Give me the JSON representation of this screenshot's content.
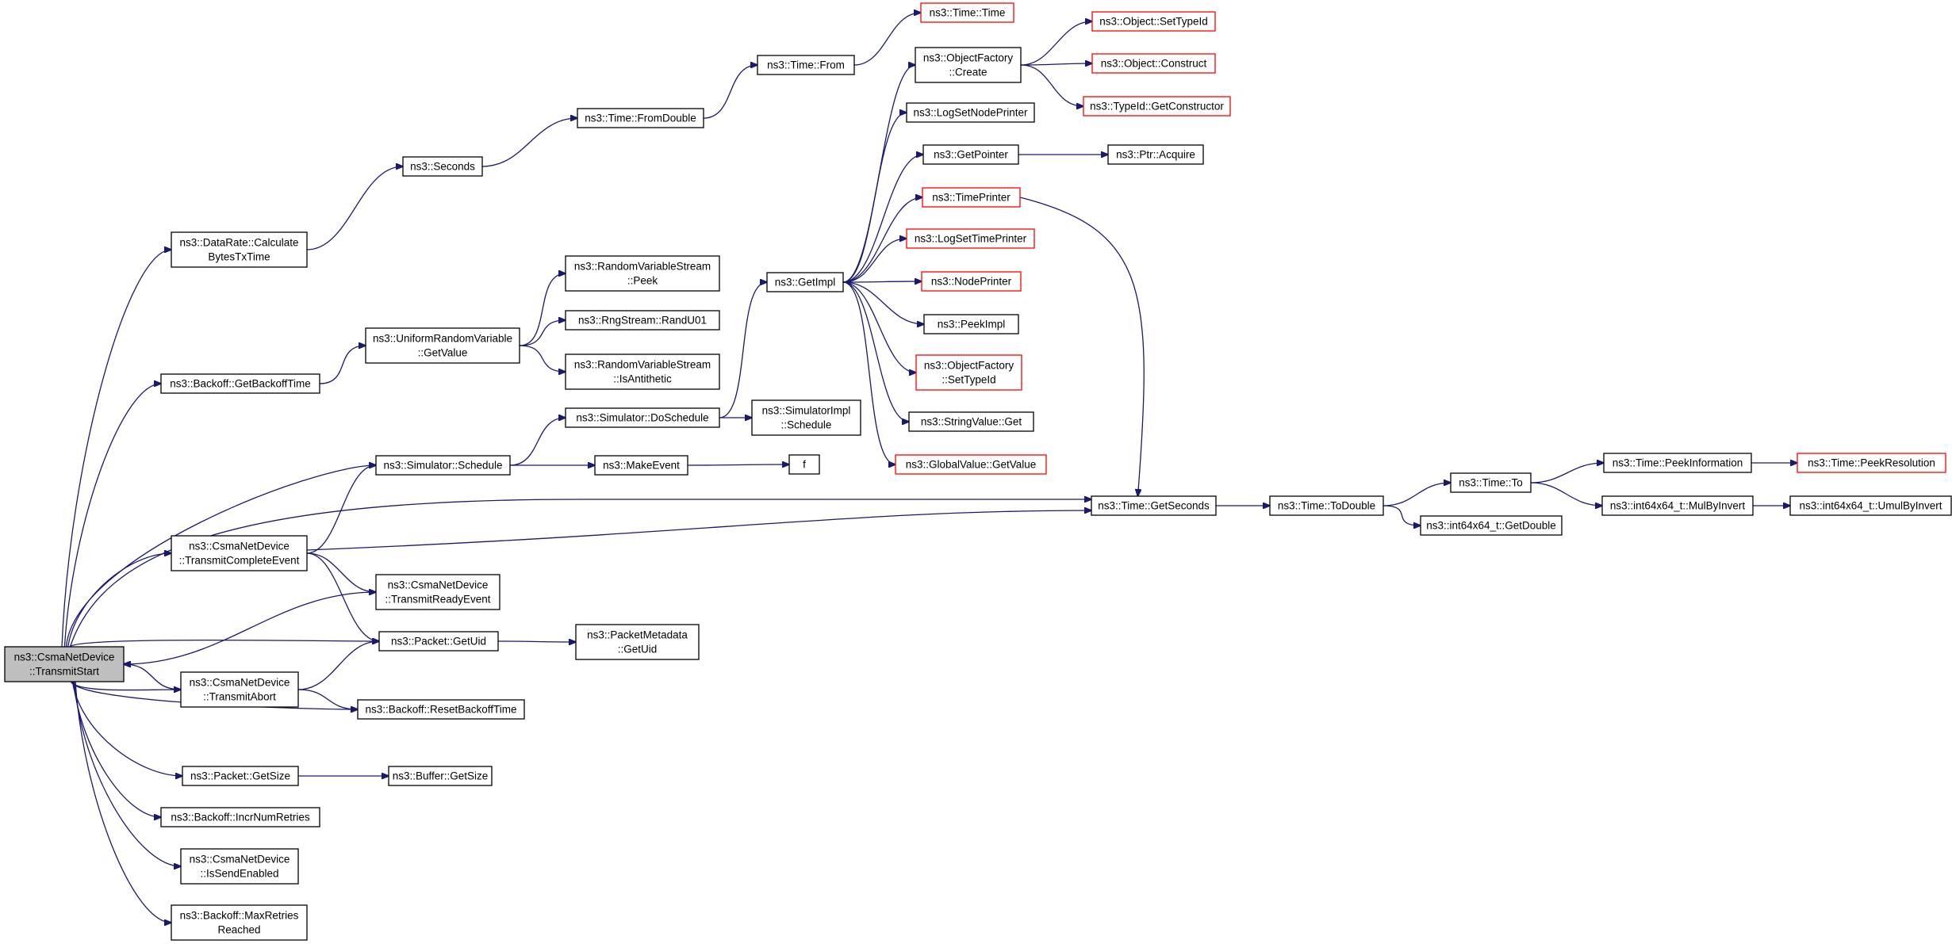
{
  "colors": {
    "edge": "#191970",
    "node_border": "#000000",
    "node_border_truncated": "#ff0000",
    "root_fill": "#bfbfbf",
    "node_fill": "#ffffff"
  },
  "nodes": {
    "root": {
      "lines": [
        "ns3::CsmaNetDevice",
        "::TransmitStart"
      ],
      "root": true
    },
    "datarate": {
      "lines": [
        "ns3::DataRate::Calculate",
        "BytesTxTime"
      ]
    },
    "seconds": {
      "lines": [
        "ns3::Seconds"
      ]
    },
    "fromdouble": {
      "lines": [
        "ns3::Time::FromDouble"
      ]
    },
    "from": {
      "lines": [
        "ns3::Time::From"
      ]
    },
    "timetime": {
      "lines": [
        "ns3::Time::Time"
      ],
      "truncated": true
    },
    "backoffget": {
      "lines": [
        "ns3::Backoff::GetBackoffTime"
      ]
    },
    "urvgetvalue": {
      "lines": [
        "ns3::UniformRandomVariable",
        "::GetValue"
      ]
    },
    "rvspeek": {
      "lines": [
        "ns3::RandomVariableStream",
        "::Peek"
      ]
    },
    "randu01": {
      "lines": [
        "ns3::RngStream::RandU01"
      ]
    },
    "isantithetic": {
      "lines": [
        "ns3::RandomVariableStream",
        "::IsAntithetic"
      ]
    },
    "schedule": {
      "lines": [
        "ns3::Simulator::Schedule"
      ]
    },
    "doschedule": {
      "lines": [
        "ns3::Simulator::DoSchedule"
      ]
    },
    "simimplschedule": {
      "lines": [
        "ns3::SimulatorImpl",
        "::Schedule"
      ]
    },
    "makeevent": {
      "lines": [
        "ns3::MakeEvent"
      ]
    },
    "f": {
      "lines": [
        "f"
      ]
    },
    "getimpl": {
      "lines": [
        "ns3::GetImpl"
      ]
    },
    "ofcreate": {
      "lines": [
        "ns3::ObjectFactory",
        "::Create"
      ]
    },
    "objsettypeid": {
      "lines": [
        "ns3::Object::SetTypeId"
      ],
      "truncated": true
    },
    "objconstruct": {
      "lines": [
        "ns3::Object::Construct"
      ],
      "truncated": true
    },
    "getconstructor": {
      "lines": [
        "ns3::TypeId::GetConstructor"
      ],
      "truncated": true
    },
    "logsetnode": {
      "lines": [
        "ns3::LogSetNodePrinter"
      ]
    },
    "getpointer": {
      "lines": [
        "ns3::GetPointer"
      ]
    },
    "ptracquire": {
      "lines": [
        "ns3::Ptr::Acquire"
      ]
    },
    "timeprinter": {
      "lines": [
        "ns3::TimePrinter"
      ],
      "truncated": true
    },
    "logsettime": {
      "lines": [
        "ns3::LogSetTimePrinter"
      ],
      "truncated": true
    },
    "nodeprinter": {
      "lines": [
        "ns3::NodePrinter"
      ],
      "truncated": true
    },
    "peekimpl": {
      "lines": [
        "ns3::PeekImpl"
      ]
    },
    "ofsettypeid": {
      "lines": [
        "ns3::ObjectFactory",
        "::SetTypeId"
      ],
      "truncated": true
    },
    "stringvalueget": {
      "lines": [
        "ns3::StringValue::Get"
      ]
    },
    "globalvalueget": {
      "lines": [
        "ns3::GlobalValue::GetValue"
      ],
      "truncated": true
    },
    "getseconds": {
      "lines": [
        "ns3::Time::GetSeconds"
      ]
    },
    "todouble": {
      "lines": [
        "ns3::Time::ToDouble"
      ]
    },
    "timeto": {
      "lines": [
        "ns3::Time::To"
      ]
    },
    "int64getdouble": {
      "lines": [
        "ns3::int64x64_t::GetDouble"
      ]
    },
    "peekinformation": {
      "lines": [
        "ns3::Time::PeekInformation"
      ]
    },
    "peekresolution": {
      "lines": [
        "ns3::Time::PeekResolution"
      ],
      "truncated": true
    },
    "mulbyinvert": {
      "lines": [
        "ns3::int64x64_t::MulByInvert"
      ]
    },
    "umulbyinvert": {
      "lines": [
        "ns3::int64x64_t::UmulByInvert"
      ]
    },
    "transmitcomplete": {
      "lines": [
        "ns3::CsmaNetDevice",
        "::TransmitCompleteEvent"
      ]
    },
    "transmitready": {
      "lines": [
        "ns3::CsmaNetDevice",
        "::TransmitReadyEvent"
      ]
    },
    "packetgetuid": {
      "lines": [
        "ns3::Packet::GetUid"
      ]
    },
    "metadatagetuid": {
      "lines": [
        "ns3::PacketMetadata",
        "::GetUid"
      ]
    },
    "transmitabort": {
      "lines": [
        "ns3::CsmaNetDevice",
        "::TransmitAbort"
      ]
    },
    "resetbackoff": {
      "lines": [
        "ns3::Backoff::ResetBackoffTime"
      ]
    },
    "packetgetsize": {
      "lines": [
        "ns3::Packet::GetSize"
      ]
    },
    "buffergetsize": {
      "lines": [
        "ns3::Buffer::GetSize"
      ]
    },
    "incrnumretries": {
      "lines": [
        "ns3::Backoff::IncrNumRetries"
      ]
    },
    "issendenabled": {
      "lines": [
        "ns3::CsmaNetDevice",
        "::IsSendEnabled"
      ]
    },
    "maxretries": {
      "lines": [
        "ns3::Backoff::MaxRetries",
        "Reached"
      ]
    }
  },
  "edges": [
    [
      "root",
      "datarate"
    ],
    [
      "root",
      "backoffget"
    ],
    [
      "root",
      "schedule"
    ],
    [
      "root",
      "getseconds"
    ],
    [
      "root",
      "transmitcomplete"
    ],
    [
      "root",
      "packetgetuid"
    ],
    [
      "root",
      "transmitabort"
    ],
    [
      "root",
      "resetbackoff"
    ],
    [
      "root",
      "packetgetsize"
    ],
    [
      "root",
      "incrnumretries"
    ],
    [
      "root",
      "issendenabled"
    ],
    [
      "root",
      "maxretries"
    ],
    [
      "datarate",
      "seconds"
    ],
    [
      "seconds",
      "fromdouble"
    ],
    [
      "fromdouble",
      "from"
    ],
    [
      "from",
      "timetime"
    ],
    [
      "backoffget",
      "urvgetvalue"
    ],
    [
      "urvgetvalue",
      "rvspeek"
    ],
    [
      "urvgetvalue",
      "randu01"
    ],
    [
      "urvgetvalue",
      "isantithetic"
    ],
    [
      "schedule",
      "doschedule"
    ],
    [
      "schedule",
      "makeevent"
    ],
    [
      "makeevent",
      "f"
    ],
    [
      "doschedule",
      "simimplschedule"
    ],
    [
      "doschedule",
      "getimpl"
    ],
    [
      "getimpl",
      "ofcreate"
    ],
    [
      "getimpl",
      "logsetnode"
    ],
    [
      "getimpl",
      "getpointer"
    ],
    [
      "getimpl",
      "timeprinter"
    ],
    [
      "getimpl",
      "logsettime"
    ],
    [
      "getimpl",
      "nodeprinter"
    ],
    [
      "getimpl",
      "peekimpl"
    ],
    [
      "getimpl",
      "ofsettypeid"
    ],
    [
      "getimpl",
      "stringvalueget"
    ],
    [
      "getimpl",
      "globalvalueget"
    ],
    [
      "ofcreate",
      "objsettypeid"
    ],
    [
      "ofcreate",
      "objconstruct"
    ],
    [
      "ofcreate",
      "getconstructor"
    ],
    [
      "getpointer",
      "ptracquire"
    ],
    [
      "timeprinter",
      "getseconds"
    ],
    [
      "getseconds",
      "todouble"
    ],
    [
      "todouble",
      "timeto"
    ],
    [
      "todouble",
      "int64getdouble"
    ],
    [
      "timeto",
      "peekinformation"
    ],
    [
      "timeto",
      "mulbyinvert"
    ],
    [
      "peekinformation",
      "peekresolution"
    ],
    [
      "mulbyinvert",
      "umulbyinvert"
    ],
    [
      "transmitcomplete",
      "schedule"
    ],
    [
      "transmitcomplete",
      "getseconds"
    ],
    [
      "transmitcomplete",
      "transmitready"
    ],
    [
      "transmitcomplete",
      "packetgetuid"
    ],
    [
      "transmitready",
      "root"
    ],
    [
      "packetgetuid",
      "metadatagetuid"
    ],
    [
      "transmitabort",
      "root"
    ],
    [
      "transmitabort",
      "packetgetuid"
    ],
    [
      "transmitabort",
      "resetbackoff"
    ],
    [
      "packetgetsize",
      "buffergetsize"
    ]
  ]
}
